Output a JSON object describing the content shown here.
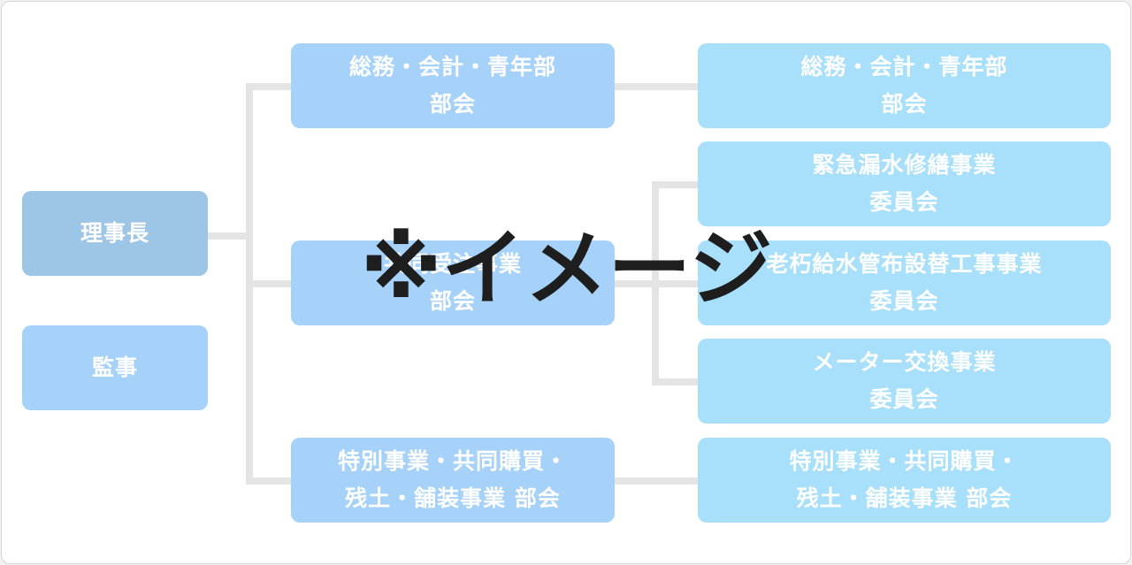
{
  "chairman": "理事長",
  "auditor": "監事",
  "departments": [
    {
      "line1": "総務・会計・青年部",
      "line2": "部会"
    },
    {
      "line1": "共同受注事業",
      "line2": "部会"
    },
    {
      "line1": "特別事業・共同購買・",
      "line2": "残土・舗装事業 部会"
    }
  ],
  "committees": [
    {
      "line1": "総務・会計・青年部",
      "line2": "部会"
    },
    {
      "line1": "緊急漏水修繕事業",
      "line2": "委員会"
    },
    {
      "line1": "老朽給水管布設替工事事業",
      "line2": "委員会"
    },
    {
      "line1": "メーター交換事業",
      "line2": "委員会"
    },
    {
      "line1": "特別事業・共同購買・",
      "line2": "残土・舗装事業 部会"
    }
  ],
  "watermark": "※イメージ",
  "colors": {
    "chairman_box": "#9cc5e6",
    "department_box": "#a6d2f9",
    "committee_box": "#a8e0fb",
    "connector": "#e4e4e4",
    "watermark_text": "#1e1e1e"
  }
}
